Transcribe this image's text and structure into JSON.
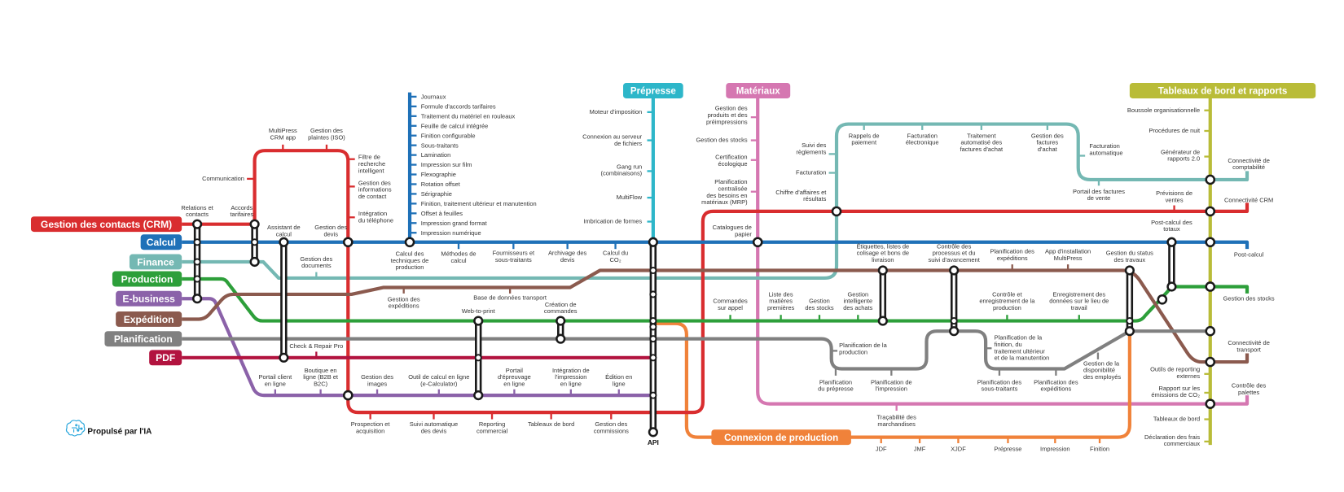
{
  "lines": {
    "crm": {
      "name": "Gestion des contacts (CRM)",
      "color": "#d92d2f"
    },
    "calcul": {
      "name": "Calcul",
      "color": "#1f71b8"
    },
    "finance": {
      "name": "Finance",
      "color": "#74b8b3"
    },
    "production": {
      "name": "Production",
      "color": "#2d9f3a"
    },
    "ebusiness": {
      "name": "E-business",
      "color": "#8b62a9"
    },
    "expedition": {
      "name": "Expédition",
      "color": "#8b5a4e"
    },
    "planification": {
      "name": "Planification",
      "color": "#808080"
    },
    "pdf": {
      "name": "PDF",
      "color": "#b2133f"
    },
    "prepresse": {
      "name": "Prépresse",
      "color": "#2db6c9"
    },
    "materiaux": {
      "name": "Matériaux",
      "color": "#d577b1"
    },
    "tableaux": {
      "name": "Tableaux de bord et rapports",
      "color": "#b9bc38"
    },
    "connexion": {
      "name": "Connexion de production",
      "color": "#f0823a"
    }
  },
  "stations": {
    "crm": [
      "Relations et\ncontacts",
      "Accords\ntarifaires",
      "Communication",
      "MultiPress\nCRM app",
      "Gestion des\nplaintes (ISO)",
      "Filtre de\nrecherche\nintelligent",
      "Gestion des\ninformations\nde contact",
      "Intégration\ndu téléphone",
      "Gestion des\ndevis",
      "Prospection et\nacquisition",
      "Suivi automatique\ndes devis",
      "Reporting\ncommercial",
      "Tableaux de bord",
      "Gestion des\ncommissions",
      "Prévisions de\nventes",
      "Connectivité CRM"
    ],
    "calcul": [
      "Journaux",
      "Formule d'accords tarifaires",
      "Traitement du matériel en rouleaux",
      "Feuille de calcul intégrée",
      "Finition configurable",
      "Sous-traitants",
      "Lamination",
      "Impression sur film",
      "Flexographie",
      "Rotation offset",
      "Sérigraphie",
      "Finition, traitement ultérieur et manutention",
      "Offset à feuilles",
      "Impression grand format",
      "Impression numérique",
      "Calcul des\ntechniques de\nproduction",
      "Méthodes de\ncalcul",
      "Fournisseurs et\nsous-traitants",
      "Archivage des\ndevis",
      "Calcul du\nCO₂",
      "Assistant de\ncalcul",
      "Post-calcul des\ntotaux",
      "Post-calcul"
    ],
    "finance": [
      "Gestion des\ndocuments",
      "Suivi des\nrèglements",
      "Facturation",
      "Chiffre d'affaires et\nrésultats",
      "Rappels de\npaiement",
      "Facturation\nélectronique",
      "Traitement\nautomatisé des\nfactures d'achat",
      "Gestion des\nfactures\nd'achat",
      "Facturation\nautomatique",
      "Portail des factures\nde vente",
      "Connectivité de\ncomptabilité"
    ],
    "production": [
      "Web-to-print",
      "Création de\ncommandes",
      "Commandes\nsur appel",
      "Liste des\nmatières\npremières",
      "Gestion\ndes stocks",
      "Gestion\nintelligente\ndes achats",
      "Contrôle et\nenregistrement de la\nproduction",
      "Enregistrement des\ndonnées sur le lieu de\ntravail",
      "Gestion des stocks"
    ],
    "ebusiness": [
      "Portail client\nen ligne",
      "Boutique en\nligne (B2B et\nB2C)",
      "Gestion des\nimages",
      "Outil de calcul en ligne\n(e-Calculator)",
      "Portail\nd'épreuvage\nen ligne",
      "Intégration de\nl'impression\nen ligne",
      "Édition en\nligne"
    ],
    "expedition": [
      "Gestion des\nexpéditions",
      "Base de données transport",
      "Étiquettes, listes de\ncolisage et bons de\nlivraison",
      "Contrôle des\nprocessus et du\nsuivi d'avancement",
      "Planification des\nexpéditions",
      "App d'installation\nMultiPress",
      "Gestion du status\ndes travaux",
      "Connectivité de\ntransport"
    ],
    "planification": [
      "Planification de la\nproduction",
      "Planification\ndu prépresse",
      "Planification de\nl'impression",
      "Planification de la\nfinition, du\ntraitement ultérieur\net de la manutention",
      "Planification des\nsous-traitants",
      "Planification des\nexpéditions",
      "Gestion de la\ndisponibilité\ndes employés"
    ],
    "pdf": [
      "Check & Repair Pro"
    ],
    "prepresse": [
      "Moteur d'imposition",
      "Connexion au serveur\nde fichiers",
      "Gang run\n(combinaisons)",
      "MultiFlow",
      "Imbrication de formes"
    ],
    "materiaux": [
      "Gestion des\nproduits et des\npréimpressions",
      "Gestion des stocks",
      "Certification\nécologique",
      "Planification\ncentralisée\ndes besoins en\nmatériaux (MRP)",
      "Catalogues de\npapier",
      "Traçabilité des\nmarchandises",
      "Contrôle des\npalettes"
    ],
    "tableaux": [
      "Boussole organisationnelle",
      "Procédures de nuit",
      "Générateur de\nrapports 2.0",
      "Outils de reporting\nexternes",
      "Rapport sur les\némissions de CO₂",
      "Tableaux de bord",
      "Déclaration des frais\ncommerciaux"
    ],
    "connexion": [
      "JDF",
      "JMF",
      "XJDF",
      "Prépresse",
      "Impression",
      "Finition"
    ]
  },
  "api_label": "API",
  "footer": {
    "text": "Propulsé par l'IA",
    "icon": "ai-brain-circuit-icon",
    "icon_color": "#2aa7dc"
  }
}
